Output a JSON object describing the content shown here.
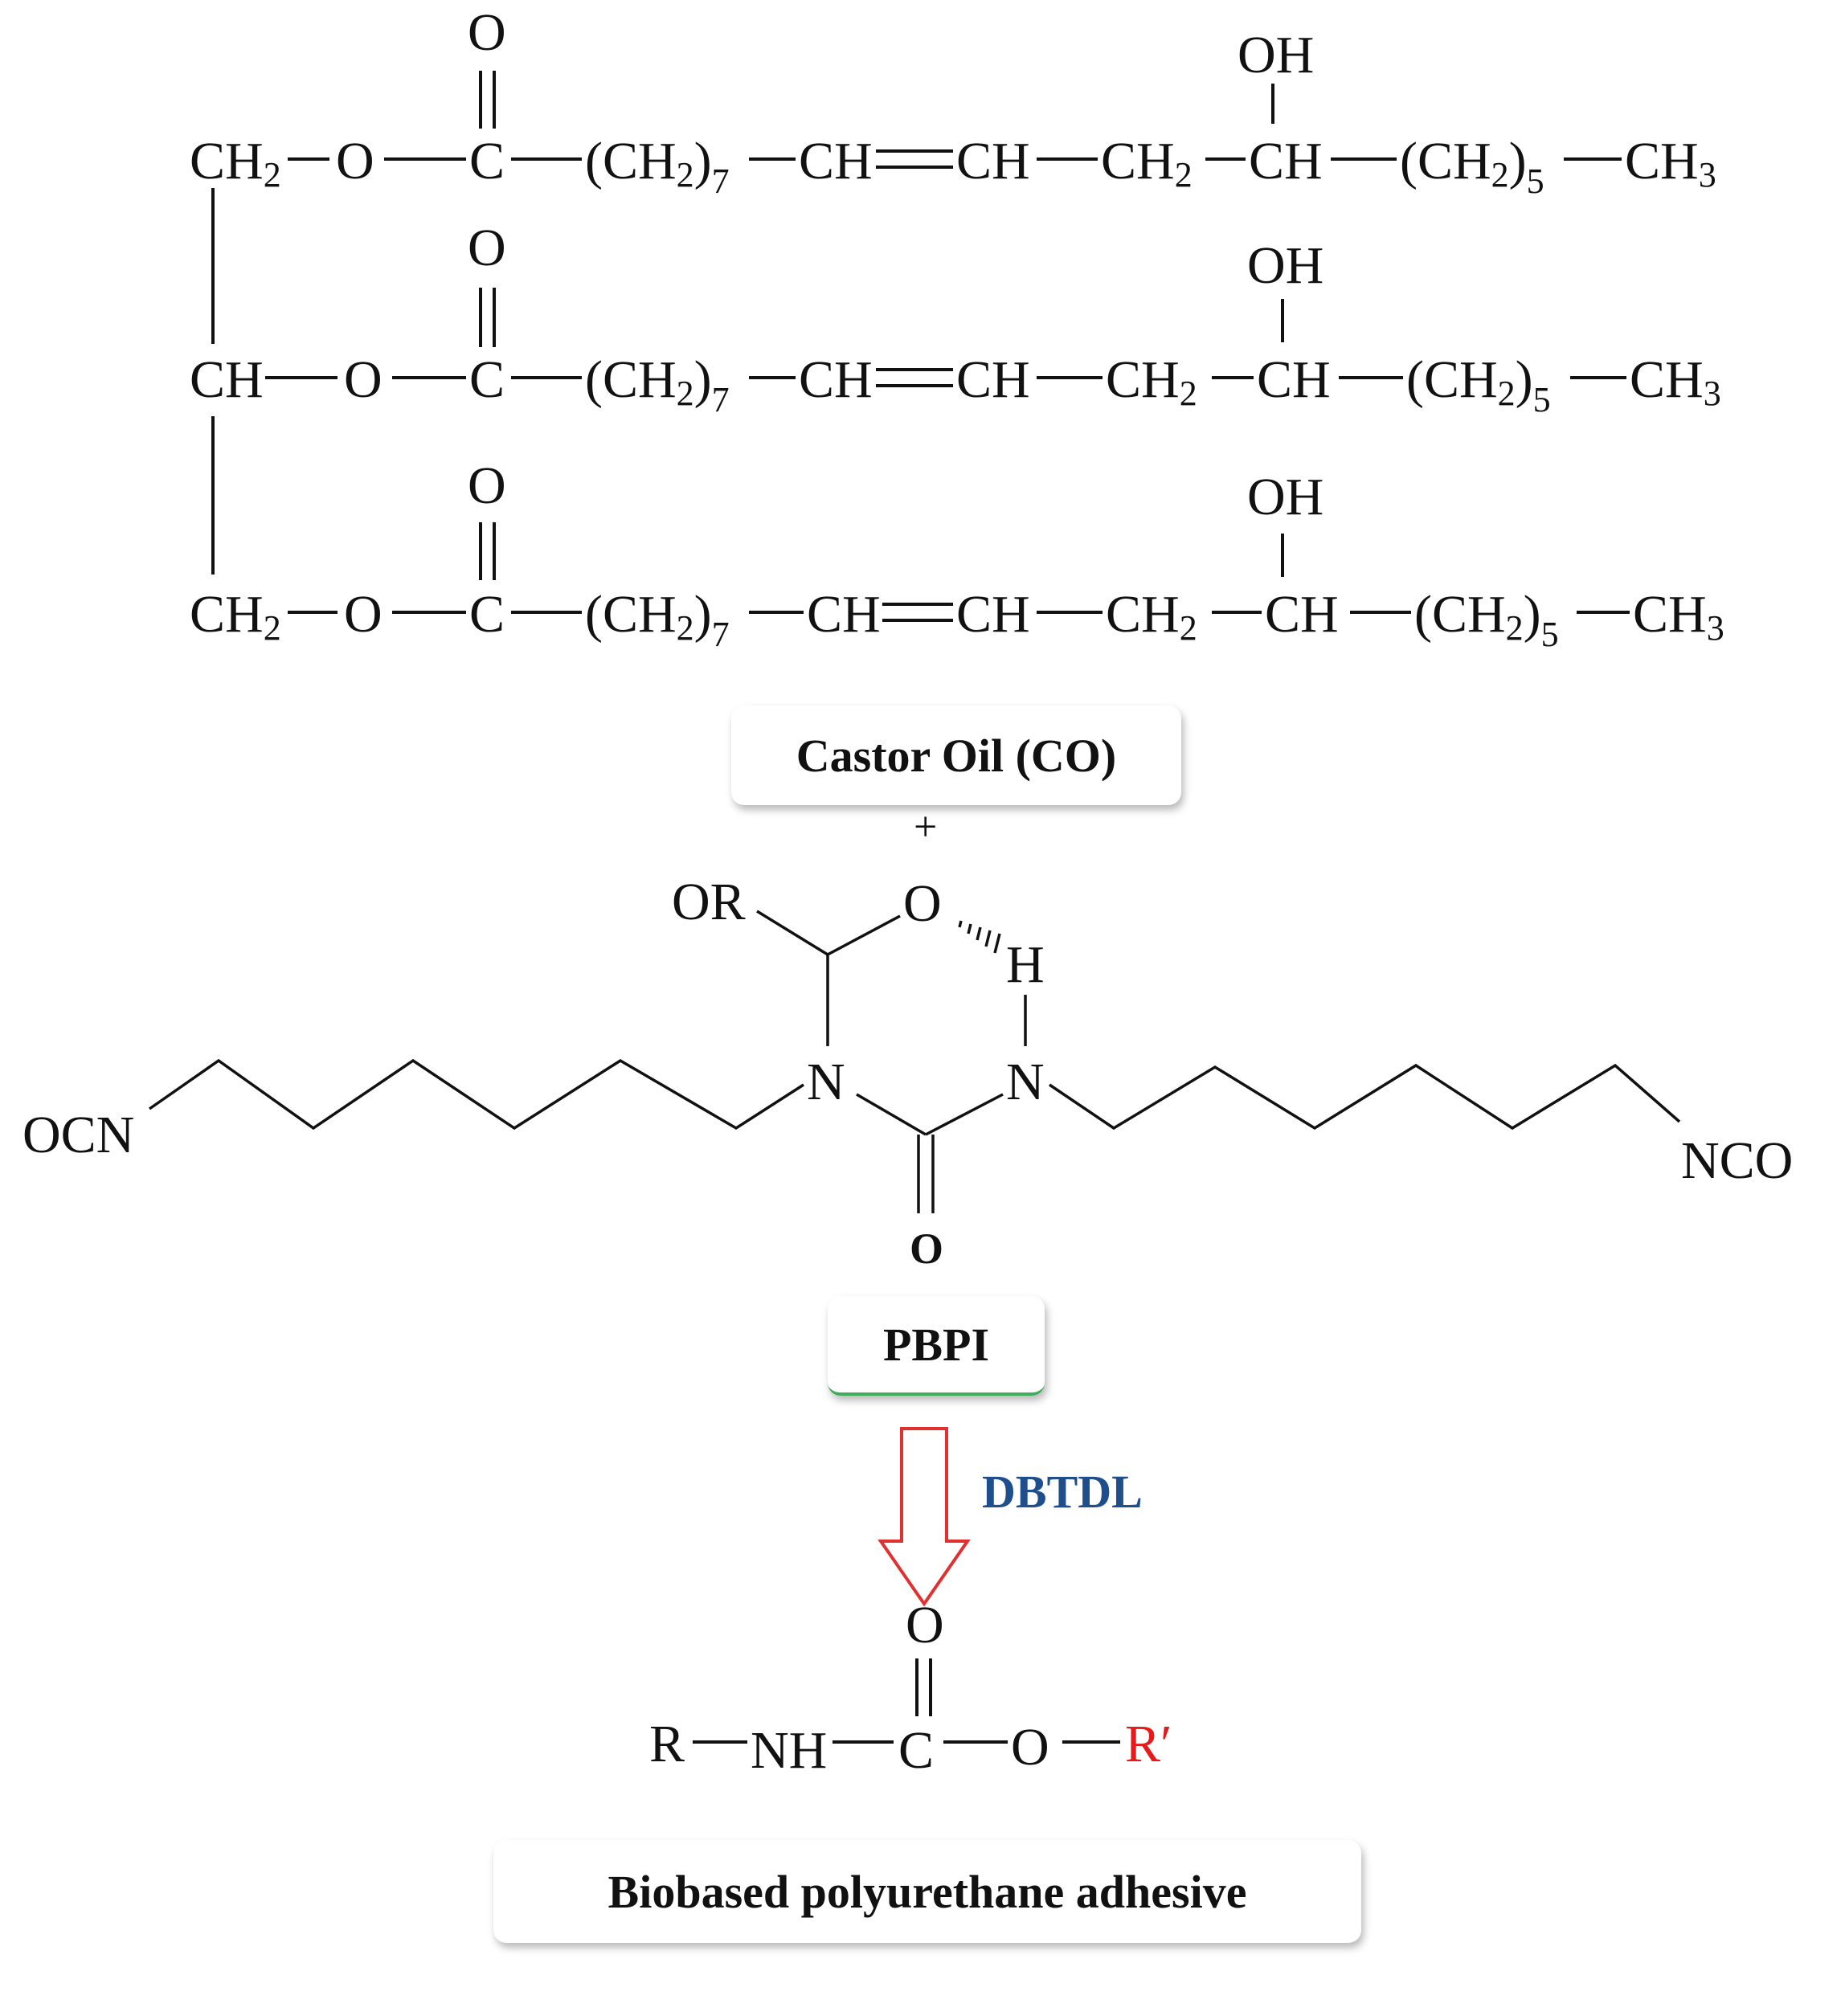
{
  "castor_oil": {
    "rows": [
      {
        "backbone": "CH",
        "backbone_sub": "2"
      },
      {
        "backbone": "CH",
        "backbone_sub": ""
      },
      {
        "backbone": "CH",
        "backbone_sub": "2"
      }
    ],
    "ester_o": "O",
    "carbonyl_o": "O",
    "carbonyl_c": "C",
    "chain1": "(CH",
    "chain1_sub": "2",
    "chain1_count": "7",
    "ch_a": "CH",
    "ch_b": "CH",
    "ch2": "CH",
    "ch2_sub": "2",
    "ch_oh": "CH",
    "oh": "OH",
    "chain2": "(CH",
    "chain2_sub": "2",
    "chain2_count": "5",
    "terminal": "CH",
    "terminal_sub": "3",
    "label": "Castor Oil (CO)"
  },
  "plus": "+",
  "pbpi": {
    "or": "OR",
    "o_top": "O",
    "h": "H",
    "n_left": "N",
    "n_right": "N",
    "o_bottom": "O",
    "left_end": "OCN",
    "right_end": "NCO",
    "label": "PBPI"
  },
  "catalyst": {
    "label": "DBTDL",
    "color": "#1f4e8c"
  },
  "arrow_color": "#e03030",
  "product": {
    "r": "R",
    "nh": "NH",
    "c": "C",
    "o_carbonyl": "O",
    "o_ester": "O",
    "r_prime": "R′",
    "r_prime_color": "#e8191a",
    "label": "Biobased polyurethane adhesive"
  }
}
